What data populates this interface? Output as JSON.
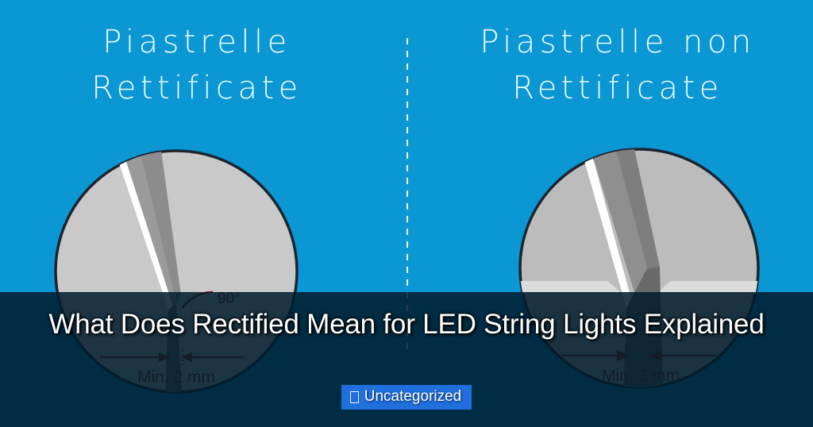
{
  "page": {
    "background_color": "#0b96d4",
    "overlay_color": "rgba(0,28,44,0.86)"
  },
  "illustration": {
    "left_panel": {
      "heading": "Piastrelle\nRettificate",
      "heading_color": "#e9fbff",
      "diagram": {
        "joint_label": "Min. 2 mm",
        "angle_label": "90°",
        "annotation_color": "#8b1f1f",
        "disc_fill": "#c9c9c9",
        "disc_outline": "#1a2530",
        "wedge_color": "#9a9a9a",
        "highlight_color": "#ffffff"
      }
    },
    "right_panel": {
      "heading": "Piastrelle non\nRettificate",
      "heading_color": "#e9fbff",
      "diagram": {
        "joint_label": "Min. 3 mm",
        "angle_label": "",
        "annotation_color": "#8b1f1f",
        "disc_fill": "#bcbcbc",
        "disc_outline": "#1a2530",
        "wedge_color": "#8f8f8f",
        "highlight_color": "#ffffff",
        "surface_band_color": "#dcdcdc"
      }
    },
    "divider": {
      "style": "dashed-vertical",
      "color": "#ffffff"
    }
  },
  "overlay": {
    "title": "What Does Rectified Mean for LED String Lights Explained",
    "title_color": "#ffffff",
    "badge": {
      "label": "Uncategorized",
      "icon": "tofu-box-icon",
      "background_color": "#1f6fdc",
      "text_color": "#ffffff"
    }
  }
}
